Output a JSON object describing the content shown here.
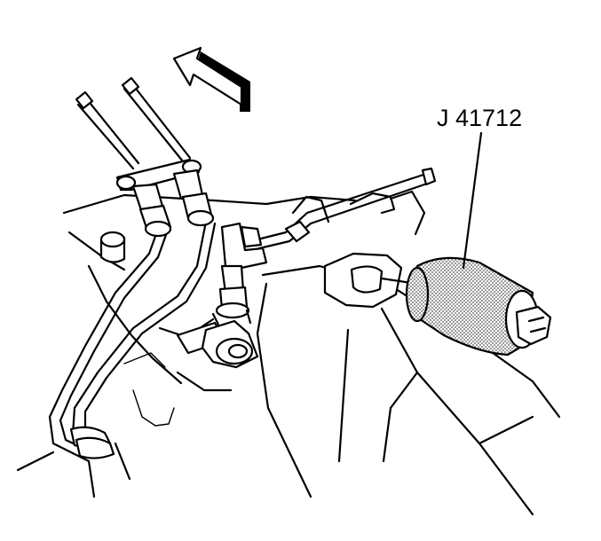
{
  "figure": {
    "callout": {
      "label": "J 41712"
    },
    "colors": {
      "line": "#000000",
      "background": "#ffffff",
      "tool_shading": "#b8b8b8",
      "arrow_fill": "#ffffff"
    },
    "parts": [
      "direction-arrow-icon",
      "fuel-lines",
      "fuel-line-fittings",
      "fuel-filter-bracket",
      "engine-housing",
      "fuel-filter-wrench-tool"
    ]
  }
}
